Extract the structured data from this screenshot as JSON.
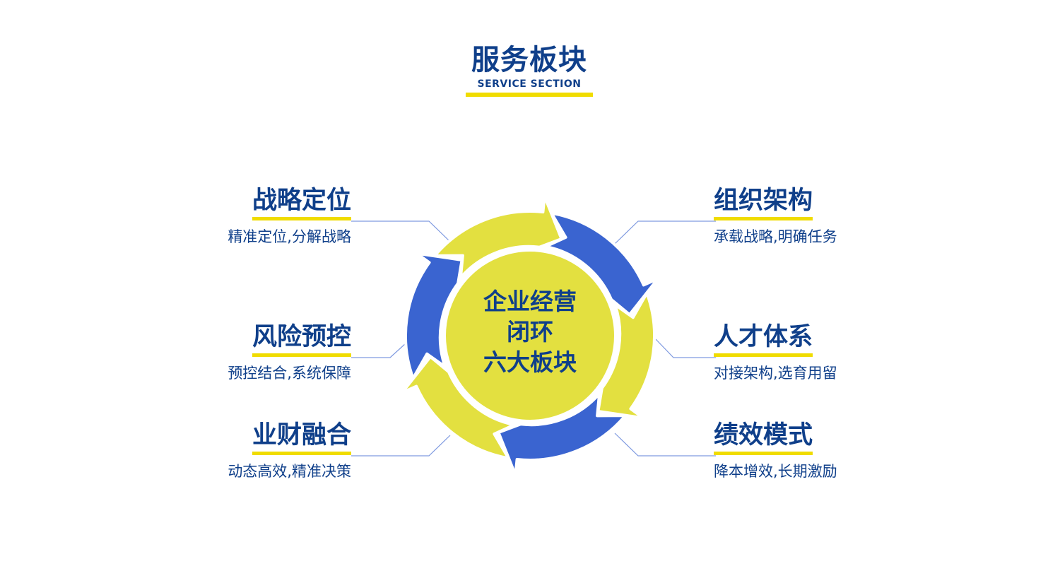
{
  "header": {
    "title": "服务板块",
    "subtitle": "SERVICE SECTION"
  },
  "center": {
    "line1": "企业经营",
    "line2": "闭环",
    "line3": "六大板块"
  },
  "colors": {
    "yellow": "#e3e040",
    "blue": "#3a64d0",
    "navy": "#0f3f8a",
    "accent": "#f0dc00",
    "line": "#7f9ae0"
  },
  "left": [
    {
      "title": "战略定位",
      "subtitle": "精准定位,分解战略"
    },
    {
      "title": "风险预控",
      "subtitle": "预控结合,系统保障"
    },
    {
      "title": "业财融合",
      "subtitle": "动态高效,精准决策"
    }
  ],
  "right": [
    {
      "title": "组织架构",
      "subtitle": "承载战略,明确任务"
    },
    {
      "title": "人才体系",
      "subtitle": "对接架构,选育用留"
    },
    {
      "title": "绩效模式",
      "subtitle": "降本增效,长期激励"
    }
  ]
}
